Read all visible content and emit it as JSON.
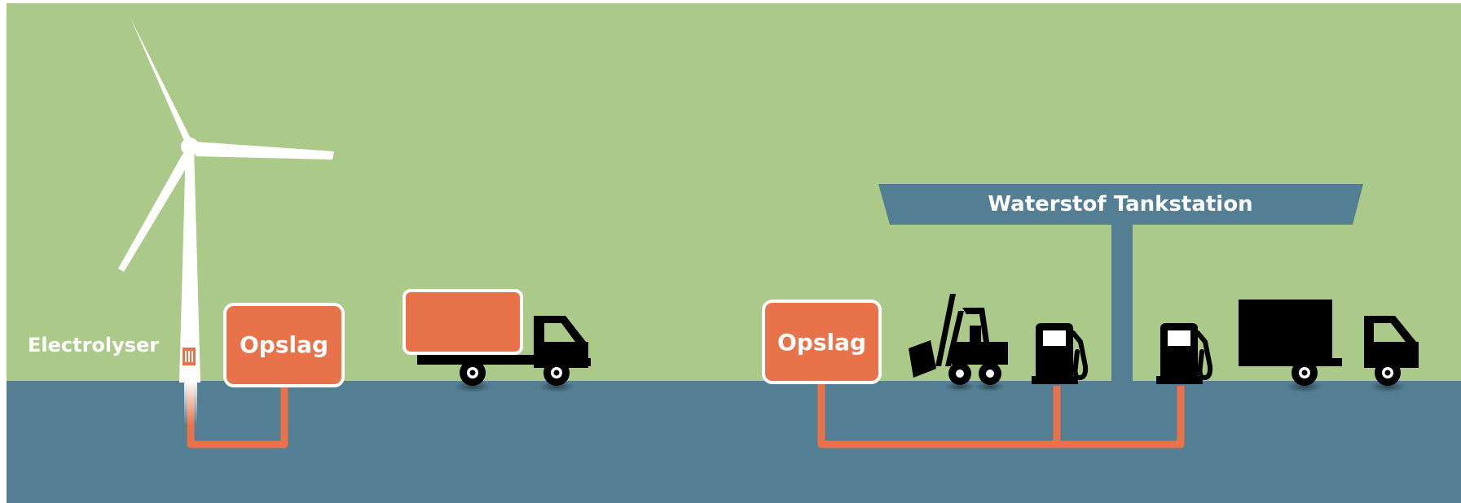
{
  "labels": {
    "electrolyser": "Electrolyser",
    "storage_left": "Opslag",
    "storage_right": "Opslag",
    "station": "Waterstof Tankstation"
  },
  "colors": {
    "sky": "#abc988",
    "ground": "#547e93",
    "pipe": "#e8734a",
    "storage_box": "#e8734a",
    "station_sign": "#547e93",
    "turbine": "#ffffff",
    "vehicles": "#000000"
  },
  "icons": [
    "wind-turbine-icon",
    "electrolyser-icon",
    "tube-trailer-truck-icon",
    "forklift-icon",
    "fuel-pump-icon",
    "box-truck-icon"
  ]
}
